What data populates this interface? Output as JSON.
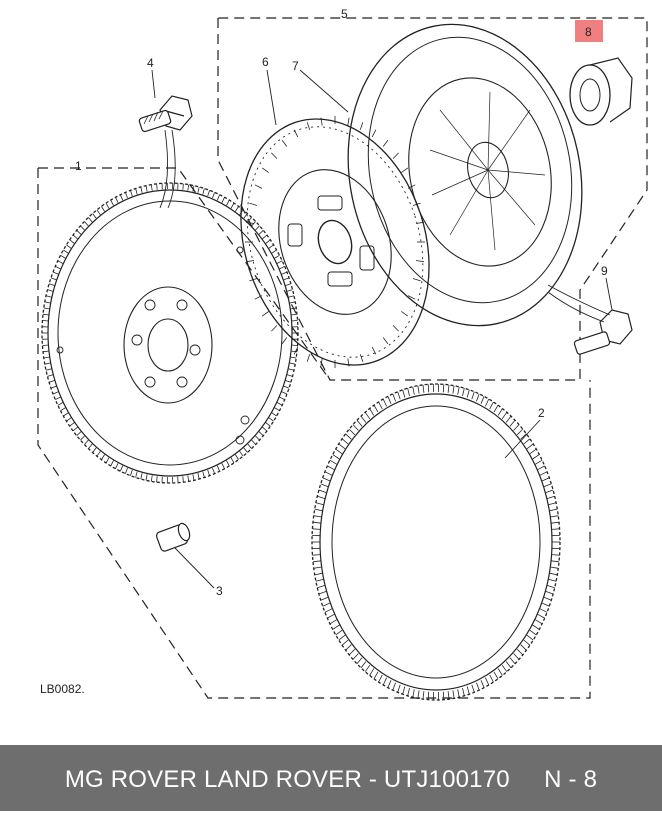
{
  "callouts": {
    "c1": "1",
    "c2": "2",
    "c3": "3",
    "c4": "4",
    "c5": "5",
    "c6": "6",
    "c7": "7",
    "c8": "8",
    "c9": "9"
  },
  "diagram_ref": "LB0082.",
  "footer_text": "MG ROVER LAND ROVER - UTJ100170     N - 8",
  "highlight_color": "#f08080",
  "line_color": "#222222"
}
